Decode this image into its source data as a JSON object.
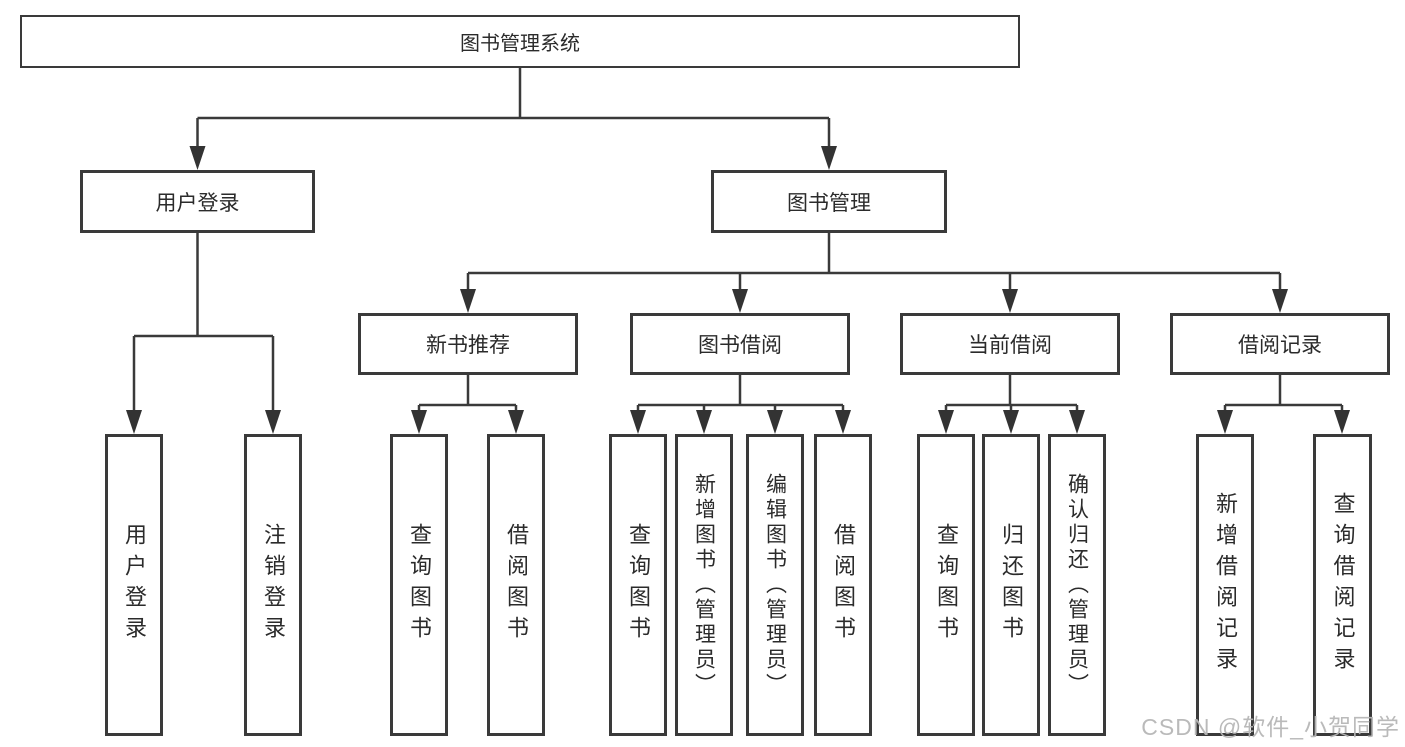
{
  "diagram_title": "图书管理系统",
  "tree": {
    "label": "图书管理系统",
    "children": [
      {
        "label": "用户登录",
        "children": [
          {
            "label": "用户登录"
          },
          {
            "label": "注销登录"
          }
        ]
      },
      {
        "label": "图书管理",
        "children": [
          {
            "label": "新书推荐",
            "children": [
              {
                "label": "查询图书"
              },
              {
                "label": "借阅图书"
              }
            ]
          },
          {
            "label": "图书借阅",
            "children": [
              {
                "label": "查询图书"
              },
              {
                "label": "新增图书（管理员）"
              },
              {
                "label": "编辑图书（管理员）"
              },
              {
                "label": "借阅图书"
              }
            ]
          },
          {
            "label": "当前借阅",
            "children": [
              {
                "label": "查询图书"
              },
              {
                "label": "归还图书"
              },
              {
                "label": "确认归还（管理员）"
              }
            ]
          },
          {
            "label": "借阅记录",
            "children": [
              {
                "label": "新增借阅记录"
              },
              {
                "label": "查询借阅记录"
              }
            ]
          }
        ]
      }
    ]
  },
  "watermark": "CSDN @软件_小贺同学",
  "colors": {
    "line": "#3a3a3a",
    "box_border": "#3a3a3a",
    "text": "#2b2b2b",
    "background": "#ffffff",
    "watermark": "#b6b6b6"
  }
}
